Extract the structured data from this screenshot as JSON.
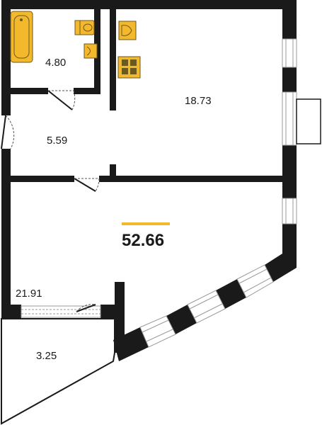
{
  "plan": {
    "total_area": "52.66",
    "rooms": {
      "bathroom": {
        "area": "4.80"
      },
      "kitchen": {
        "area": "18.73"
      },
      "hallway": {
        "area": "5.59"
      },
      "living_room": {
        "area": "21.91"
      },
      "balcony": {
        "area": "3.25"
      }
    }
  },
  "colors": {
    "wall": "#1a1a1a",
    "accent": "#f3b82c",
    "fixture_outline": "#6b5a1e",
    "window_line": "#9a9a9a"
  },
  "icons": [
    "bathtub-icon",
    "toilet-icon",
    "sink-icon",
    "stove-icon",
    "door-swing-icon",
    "window-icon"
  ]
}
